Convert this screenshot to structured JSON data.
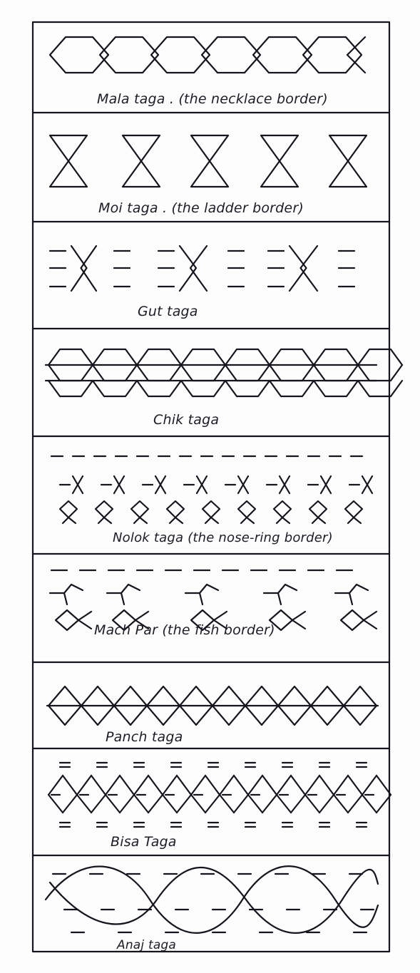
{
  "panels": [
    {
      "id": "mala",
      "label": "Mala taga . (the necklace border)"
    },
    {
      "id": "moi",
      "label": "Moi taga . (the ladder border)"
    },
    {
      "id": "gut",
      "label": "Gut taga"
    },
    {
      "id": "chik",
      "label": "Chik taga"
    },
    {
      "id": "nolok",
      "label": "Nolok taga (the nose-ring border)"
    },
    {
      "id": "mach",
      "label": "Mach Par (the fish border)"
    },
    {
      "id": "panch",
      "label": "Panch taga"
    },
    {
      "id": "bisa",
      "label": "Bisa Taga"
    },
    {
      "id": "anaj",
      "label": "Anaj taga"
    }
  ],
  "colors": {
    "ink": "#15151e",
    "paper": "#fdfdfe"
  }
}
